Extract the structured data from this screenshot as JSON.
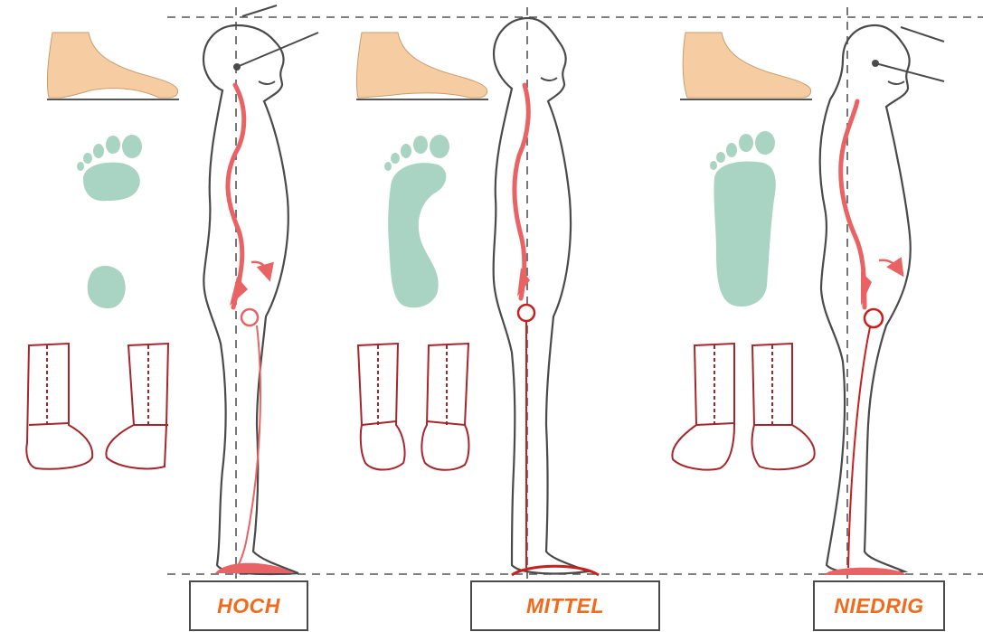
{
  "colors": {
    "skin": "#f6cda2",
    "skin_stroke": "#c99c6e",
    "footprint": "#a9d3c2",
    "body_outline": "#4a4a4a",
    "spine": "#e96364",
    "line_dark": "#c8201f",
    "shoe": "#a5262c",
    "guide_dash": "#555555",
    "label_text": "#f26a1b"
  },
  "panels": [
    {
      "id": "hoch",
      "label": "HOCH",
      "arch_type": "high"
    },
    {
      "id": "mittel",
      "label": "MITTEL",
      "arch_type": "medium"
    },
    {
      "id": "niedrig",
      "label": "NIEDRIG",
      "arch_type": "low"
    }
  ]
}
